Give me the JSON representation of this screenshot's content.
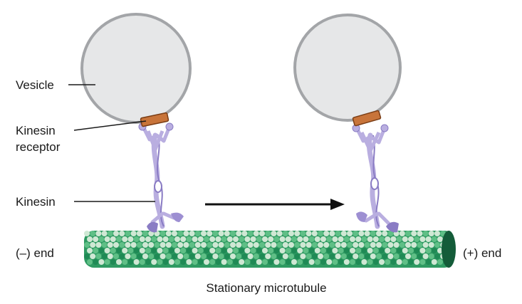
{
  "labels": {
    "vesicle": "Vesicle",
    "receptor_line1": "Kinesin",
    "receptor_line2": "receptor",
    "kinesin": "Kinesin",
    "minus_end": "(–) end",
    "plus_end": "(+) end",
    "microtubule": "Stationary microtubule"
  },
  "colors": {
    "vesicle_fill": "#e6e7e8",
    "vesicle_stroke": "#a3a5a8",
    "receptor": "#c8743a",
    "kinesin": "#b9aee0",
    "kinesin_dark": "#8a7cc4",
    "tubulin_light": "#cfe8d4",
    "tubulin_mid": "#5fbf86",
    "tubulin_dark": "#1f8a55",
    "arrow": "#111111"
  }
}
